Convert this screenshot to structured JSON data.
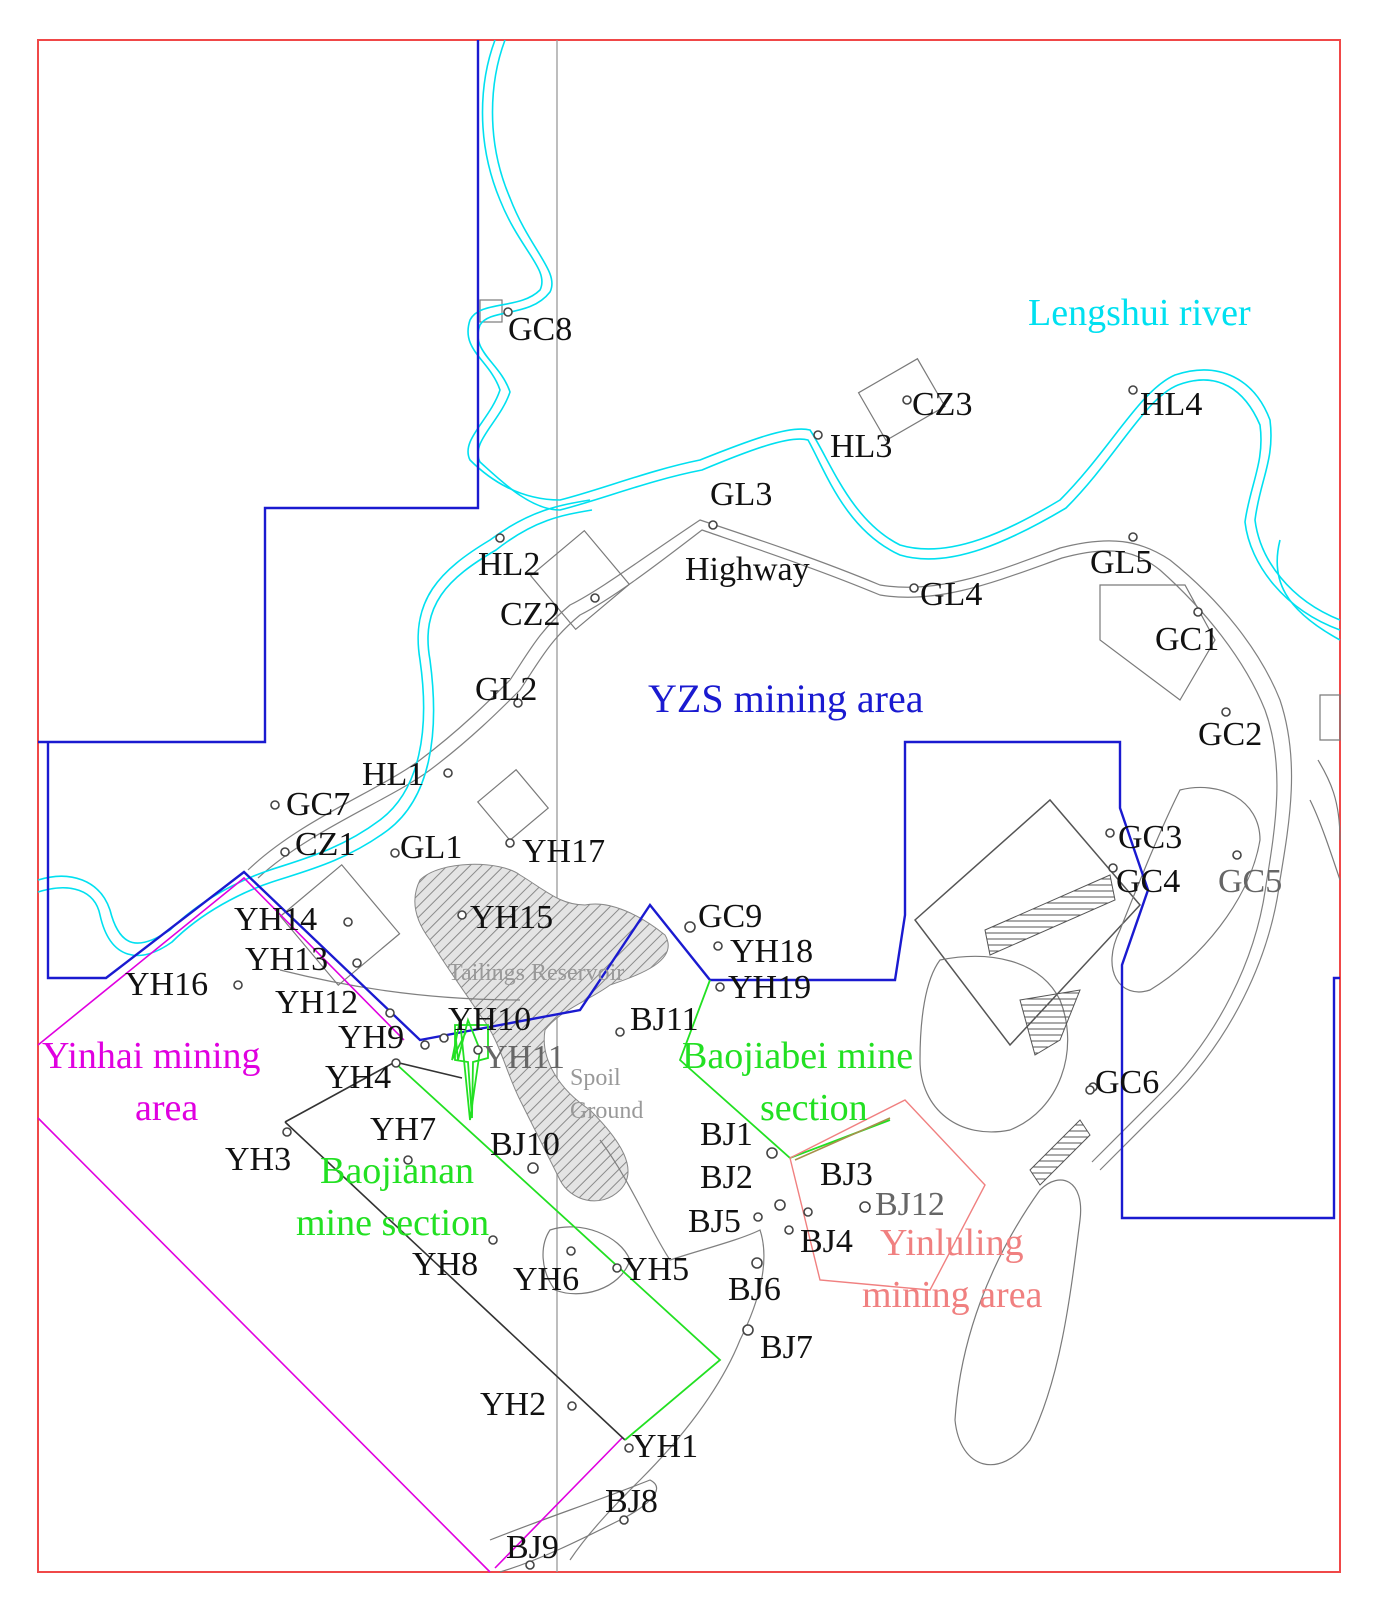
{
  "colors": {
    "frame": "#f04848",
    "yzs": "#1a1ad0",
    "river": "#00e0f0",
    "yinhai": "#e000e0",
    "baojia": "#22e022",
    "yinluling": "#f08080",
    "road": "#808080",
    "text": "#111111",
    "hatch": "#bdbdbd"
  },
  "area_labels": {
    "lengshui": "Lengshui river",
    "highway": "Highway",
    "yzs": "YZS mining area",
    "tailings": "Tailings Reservoir",
    "spoil_1": "Spoil",
    "spoil_2": "Ground",
    "yinhai_1": "Yinhai mining",
    "yinhai_2": "area",
    "baojiabei_1": "Baojiabei mine",
    "baojiabei_2": "section",
    "baojianan_1": "Baojianan",
    "baojianan_2": "mine section",
    "yinluling_1": "Yinluling",
    "yinluling_2": "mining area"
  },
  "points": {
    "GC8": "GC8",
    "CZ3": "CZ3",
    "HL4": "HL4",
    "HL3": "HL3",
    "GL3": "GL3",
    "HL2": "HL2",
    "CZ2": "CZ2",
    "GL4": "GL4",
    "GL5": "GL5",
    "GC1": "GC1",
    "GL2": "GL2",
    "GC2": "GC2",
    "HL1": "HL1",
    "GC7": "GC7",
    "CZ1": "CZ1",
    "GL1": "GL1",
    "YH17": "YH17",
    "GC3": "GC3",
    "GC4": "GC4",
    "GC5": "GC5",
    "YH14": "YH14",
    "YH15": "YH15",
    "GC9": "GC9",
    "YH13": "YH13",
    "YH18": "YH18",
    "YH16": "YH16",
    "YH19": "YH19",
    "YH12": "YH12",
    "YH10": "YH10",
    "BJ11": "BJ11",
    "YH9": "YH9",
    "YH11": "YH11",
    "YH4": "YH4",
    "GC6": "GC6",
    "YH7": "YH7",
    "BJ1": "BJ1",
    "YH3": "YH3",
    "BJ10": "BJ10",
    "BJ3": "BJ3",
    "BJ2": "BJ2",
    "BJ12": "BJ12",
    "BJ5": "BJ5",
    "BJ4": "BJ4",
    "YH8": "YH8",
    "YH6": "YH6",
    "YH5": "YH5",
    "BJ6": "BJ6",
    "BJ7": "BJ7",
    "YH2": "YH2",
    "YH1": "YH1",
    "BJ8": "BJ8",
    "BJ9": "BJ9"
  }
}
